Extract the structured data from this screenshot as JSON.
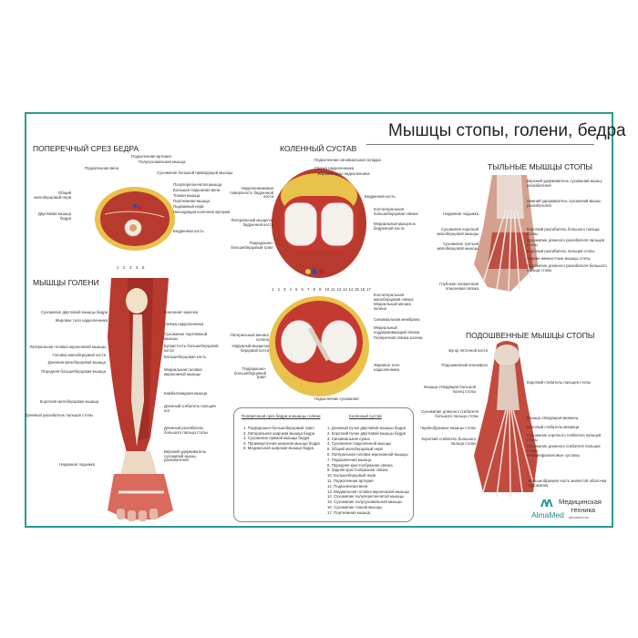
{
  "title": "Мышцы стопы, голени, бедра",
  "sections": {
    "thigh_section": "ПОПЕРЕЧНЫЙ СРЕЗ БЕДРА",
    "knee": "КОЛЕННЫЙ СУСТАВ",
    "dorsal_foot": "ТЫЛЬНЫЕ МЫШЦЫ СТОПЫ",
    "leg": "МЫШЦЫ ГОЛЕНИ",
    "plantar_foot": "ПОДОШВЕННЫЕ МЫШЦЫ СТОПЫ"
  },
  "labels": [
    "Подколенная артерия",
    "Полусухожильная мышца",
    "Подколенная вена",
    "Сухожилие большой приводящей мышцы",
    "Полуперепончатая мышца",
    "Большая подкожная вена",
    "Тонкая мышца",
    "Портняжная мышца",
    "Подкожный нерв",
    "Нисходящая коленная артерия",
    "Бедренная кость",
    "Общий малоберцовый нерв",
    "Двуглавая мышца бедра",
    "Сухожилие двуглавой мышцы бедра",
    "Жировое тело надколенника",
    "Латеральная головка икроножной мышцы",
    "Головка малоберцовой кости",
    "Длинная малоберцовая мышца",
    "Передняя большеберцовая мышца",
    "Короткая малоберцовая мышца",
    "Длинный разгибатель пальцев стопы",
    "Наружная лодыжка",
    "Коленная чашечка",
    "Связка надколенника",
    "Сухожилие портняжной мышцы",
    "Бугристость большеберцовой кости",
    "Большеберцовая кость",
    "Медиальная головка икроножной мышцы",
    "Камбаловидная мышца",
    "Длинный сгибатель пальцев ног",
    "Длинный разгибатель большого пальца стопы",
    "Верхний удерживатель сухожилий мышц-разгибателей",
    "Подколенная синовиальная складка",
    "Связка надколенника",
    "Жировое тело надколенника",
    "Надколенниковая поверхность бедренной кости",
    "Бедренная кость",
    "Коллатеральная большеберцовая связка",
    "Латеральный мыщелок бедренной кости",
    "Медиальный мыщелок бедренной кости",
    "Подвздошно-большеберцовый тракт",
    "Коллатеральная малоберцовая связка",
    "Медиальный мениск колена",
    "Синовиальная мембрана",
    "Медиальный поддерживающий связка",
    "Поперечная связка колена",
    "Латеральный мениск колена",
    "Наружный мыщелок берцовой кости",
    "Подвздошно-большеберцовый тракт",
    "Жировое тело надколенника",
    "Надколенник сухожилия",
    "Верхний удерживатель сухожилий мышц-разгибателей",
    "Нижний удерживатель сухожилий мышц-разгибателей",
    "Наружная лодыжка",
    "Сухожилие короткой малоберцовой мышцы",
    "Сухожилие третьей малоберцовой мышцы",
    "Короткий разгибатель большого пальца стопы",
    "Сухожилие длинного разгибателя пальцев стопы",
    "Короткий разгибатель пальцев стопы",
    "Задние межкостные мышцы стопы",
    "Сухожилие длинного разгибателя большого пальца стопы",
    "Глубокая поперечная плюсневая связка",
    "Бугор пяточной кости",
    "Подошвенный апоневроз",
    "Короткий сгибатель пальцев стопы",
    "Мышца отводящая большой палец стопы",
    "Сухожилие длинного сгибателя большого пальца стопы",
    "Червеобразные мышцы стопы",
    "Короткий сгибатель большого пальца стопы",
    "Мышца отводящая мизинец",
    "Короткий сгибатель мизинца",
    "Сухожилие короткого сгибателя пальцев стопы",
    "Сухожилие длинного сгибателя пальцев стопы",
    "Плюснефаланговые суставы",
    "Кольцеобразная часть жилистой оболочки сухожилия"
  ],
  "knee_numbers": [
    "1",
    "2",
    "3",
    "4",
    "5",
    "6",
    "7",
    "8",
    "9",
    "10",
    "11",
    "12",
    "13",
    "14",
    "15",
    "16",
    "17"
  ],
  "thigh_numbers": [
    "1",
    "2",
    "3",
    "4",
    "5"
  ],
  "legend": {
    "left_header": "Поперечный срез бедра и мышцы голени",
    "left_items": [
      "1. Подвздошно-большеберцовый тракт",
      "2. Латеральная широкая мышца бедра",
      "3. Сухожилие прямой мышцы бедра",
      "4. Промежуточная широкая мышца бедра",
      "5. Медиальная широкая мышца бедра"
    ],
    "right_header": "Коленный сустав",
    "right_items": [
      "1. Длинный пучок двуглавой мышцы бедра",
      "2. Короткий пучок двуглавой мышцы бедра",
      "3. Синовиальная сумка",
      "4. Сухожилие подколенной мышцы",
      "5. Общий малоберцовый нерв",
      "6. Латеральная головка икроножной мышцы",
      "7. Подошвенная мышца",
      "8. Передняя крестообразная связка",
      "9. Задняя крестообразная связка",
      "10. Большеберцовый нерв",
      "11. Подколенная артерия",
      "12. Подколенная вена",
      "13. Медиальная головка икроножной мышцы",
      "14. Сухожилие полуперепончатой мышцы",
      "15. Сухожилие полусухожильной мышцы",
      "16. Сухожилие тонкой мышцы",
      "17. Портняжная мышца"
    ]
  },
  "logo": {
    "brand": "AlmaMed",
    "line1": "Медицинская",
    "line2": "техника",
    "url": "almamed.su"
  },
  "colors": {
    "frame": "#2a9a96",
    "muscle": "#b8392e",
    "fat": "#e8c24a",
    "bone": "#f2ece0",
    "accent": "#1a9a8e"
  }
}
